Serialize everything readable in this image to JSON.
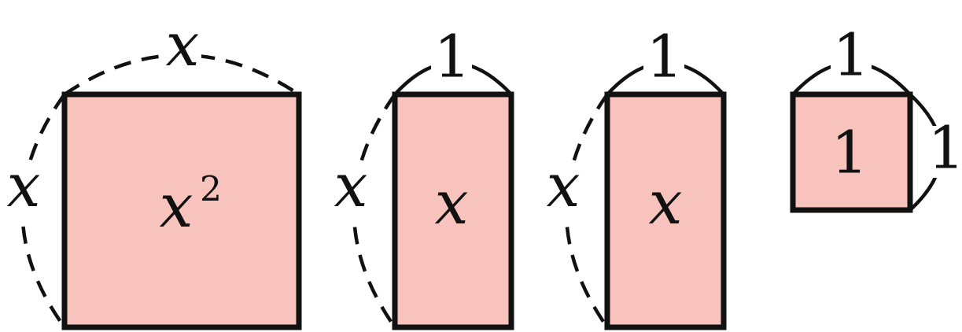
{
  "colors": {
    "tile_fill": "#f8c3bc",
    "stroke": "#111111",
    "background": "#ffffff"
  },
  "tiles": [
    {
      "id": "x-squared",
      "area_var": "x",
      "area_exp": "2",
      "top_label": "x",
      "side_label": "x",
      "top_style": "dashed",
      "side_style": "dashed"
    },
    {
      "id": "x-a",
      "area_var": "x",
      "top_label": "1",
      "side_label": "x",
      "top_style": "solid",
      "side_style": "dashed"
    },
    {
      "id": "x-b",
      "area_var": "x",
      "top_label": "1",
      "side_label": "x",
      "top_style": "solid",
      "side_style": "dashed"
    },
    {
      "id": "one",
      "area_num": "1",
      "top_label": "1",
      "side_label": "1",
      "top_style": "solid",
      "side_style": "solid"
    }
  ]
}
